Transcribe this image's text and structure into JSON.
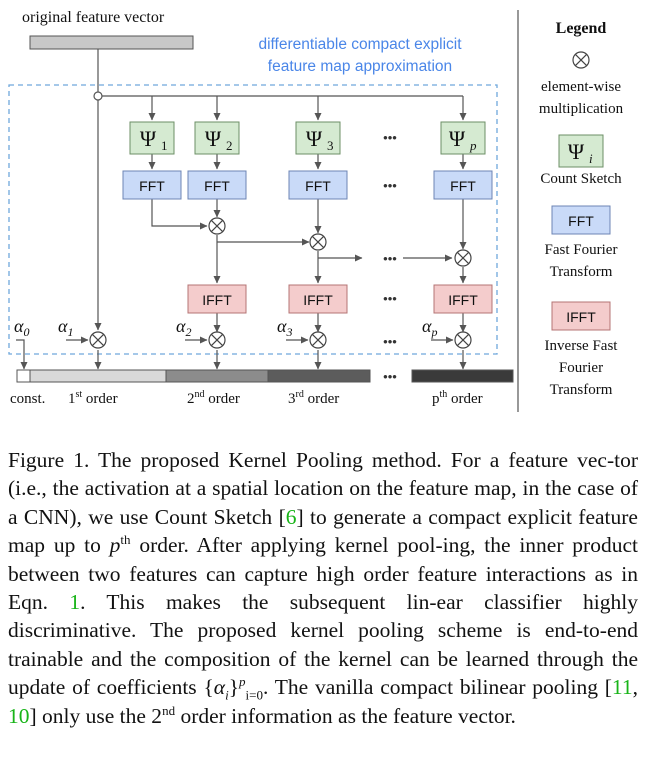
{
  "diagram": {
    "input_label": "original feature vector",
    "approx_label_line1": "differentiable compact explicit",
    "approx_label_line2": "feature map approximation",
    "psi_symbol": "Ψ",
    "psi_subscripts": [
      "1",
      "2",
      "3",
      "p"
    ],
    "fft_label": "FFT",
    "ifft_label": "IFFT",
    "ellipsis": "•••",
    "otimes": "⊗",
    "alpha_symbol": "α",
    "alpha_subscripts": [
      "0",
      "1",
      "2",
      "3",
      "p"
    ],
    "output_labels": {
      "const": "const.",
      "first": "1",
      "first_sup": "st",
      "second": "2",
      "second_sup": "nd",
      "third": "3",
      "third_sup": "rd",
      "pth": "p",
      "pth_sup": "th",
      "order_word": " order"
    },
    "colors": {
      "psi_fill": "#d5ead1",
      "psi_stroke": "#6c8f66",
      "fft_fill": "#c9daf8",
      "fft_stroke": "#6d84b4",
      "ifft_fill": "#f4cccc",
      "ifft_stroke": "#b47474",
      "dashed_box": "#6fa8dc",
      "approx_text": "#4a86e8"
    }
  },
  "legend": {
    "title": "Legend",
    "mult_line1": "element-wise",
    "mult_line2": "multiplication",
    "psi_sub": "i",
    "count_sketch": "Count Sketch",
    "fft_line1": "Fast Fourier",
    "fft_line2": "Transform",
    "ifft_line1": "Inverse Fast",
    "ifft_line2": "Fourier",
    "ifft_line3": "Transform"
  },
  "caption": {
    "p1": "Figure 1.  The proposed Kernel Pooling method. For a feature vec-tor (i.e., the activation at a spatial location on the feature map, in the case of a CNN), we use Count Sketch [",
    "ref6": "6",
    "p2": "] to generate a compact explicit feature map up to ",
    "p_var": "p",
    "th": "th",
    "p3": " order.  After applying kernel pool-ing, the inner product between two features can capture high order feature interactions as in Eqn. ",
    "ref1": "1",
    "p4": ".  This makes the subsequent lin-ear classifier highly discriminative.  The proposed kernel pooling scheme is end-to-end trainable and the composition of the kernel can be learned through the update of coefficients {",
    "alpha_i": "α",
    "i_sub": "i",
    "close_brace": "}",
    "set_sup": "p",
    "set_sub": "i=0",
    "p5": ".  The vanilla compact bilinear pooling [",
    "ref11": "11",
    "comma": ", ",
    "ref10": "10",
    "p6": "] only use the 2",
    "nd": "nd",
    "p7": " order information as the feature vector."
  }
}
